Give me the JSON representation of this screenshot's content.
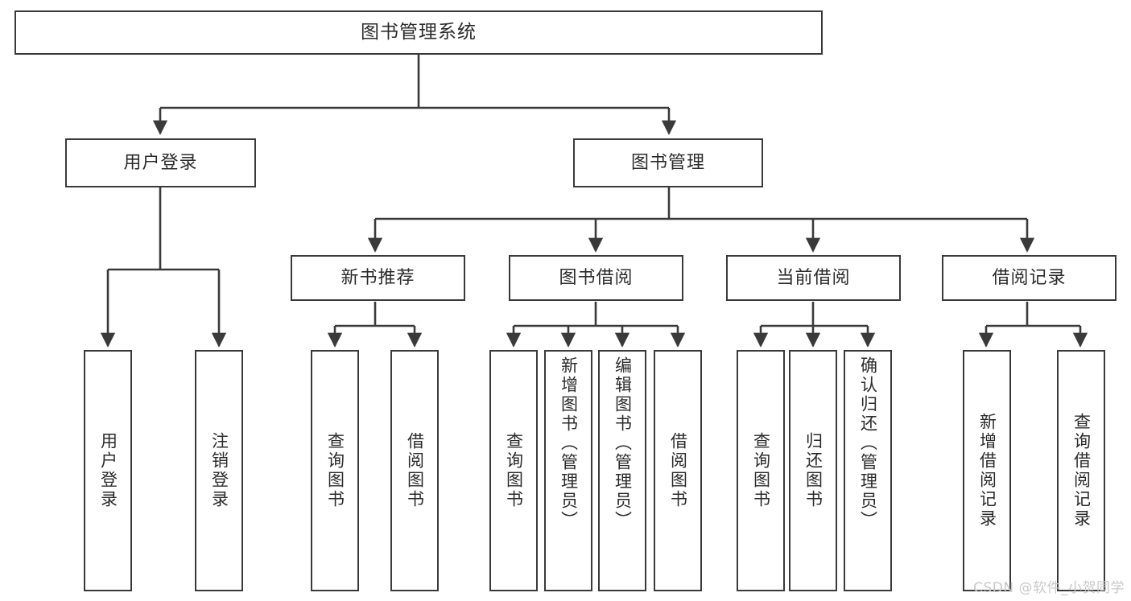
{
  "diagram": {
    "title": "图书管理系统",
    "type": "hierarchy-tree",
    "watermark": "CSDN @软件_小贺同学",
    "colors": {
      "background": "#ffffff",
      "node_border": "#3a3a3a",
      "node_fill": "#ffffff",
      "text": "#2b2b2b",
      "edge": "#3a3a3a",
      "watermark": "#c9c9c9"
    },
    "nodes": {
      "root": {
        "label": "图书管理系统"
      },
      "level2": [
        {
          "label": "用户登录"
        },
        {
          "label": "图书管理"
        }
      ],
      "level3": [
        {
          "label": "新书推荐"
        },
        {
          "label": "图书借阅"
        },
        {
          "label": "当前借阅"
        },
        {
          "label": "借阅记录"
        }
      ],
      "leaves": {
        "user_login": [
          {
            "label": "用户登录"
          },
          {
            "label": "注销登录"
          }
        ],
        "new_book_recommend": [
          {
            "label": "查询图书"
          },
          {
            "label": "借阅图书"
          }
        ],
        "book_borrow": [
          {
            "label": "查询图书"
          },
          {
            "label": "新增图书（管理员）"
          },
          {
            "label": "编辑图书（管理员）"
          },
          {
            "label": "借阅图书"
          }
        ],
        "current_borrow": [
          {
            "label": "查询图书"
          },
          {
            "label": "归还图书"
          },
          {
            "label": "确认归还（管理员）"
          }
        ],
        "borrow_record": [
          {
            "label": "新增借阅记录"
          },
          {
            "label": "查询借阅记录"
          }
        ]
      }
    }
  }
}
